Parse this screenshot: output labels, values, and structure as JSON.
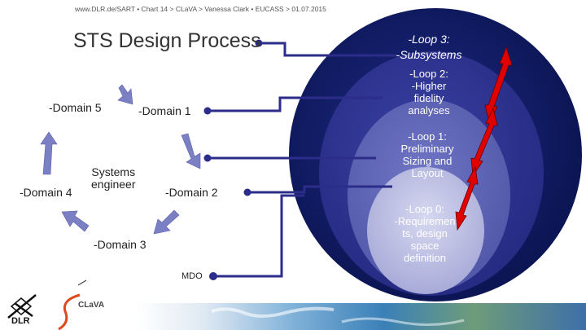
{
  "header": {
    "text": "www.DLR.de/SART  •  Chart 14   > CLaVA   > Vanessa Clark  •  EUCASS  > 01.07.2015"
  },
  "title": "STS Design Process",
  "cycle": {
    "center": "Systems\nengineer",
    "domains": [
      "-Domain 1",
      "-Domain 2",
      "-Domain 3",
      "-Domain 4",
      "-Domain 5"
    ]
  },
  "mdo_label": "MDO",
  "loops": {
    "loop3": "-Loop 3:\n-Subsystems",
    "loop2": "-Loop 2:\n-Higher\nfidelity\nanalyses",
    "loop1": "-Loop 1:\nPreliminary\nSizing and\nLayout",
    "loop0": "-Loop 0:\n-Requiremen\nts, design\nspace\ndefinition"
  },
  "logos": {
    "dlr": "DLR",
    "clava": "CLaVA"
  },
  "colors": {
    "outer_circle": "#0a1450",
    "loop2_circle": "#2c3290",
    "loop1_circle": "#5a60b4",
    "loop0_circle": "#b8bbe2",
    "connector": "#2c2c8a",
    "cycle_arrow": "#7b7fc4",
    "red_arrow": "#e00000"
  }
}
